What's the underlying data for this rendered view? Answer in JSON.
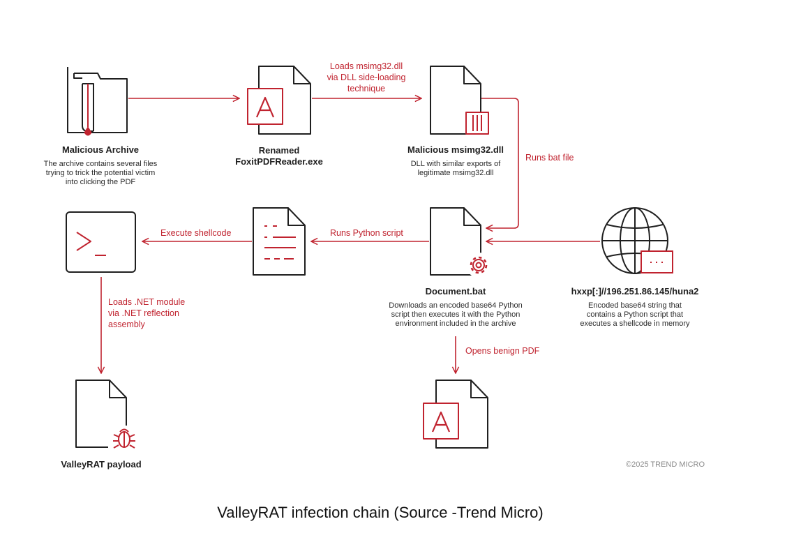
{
  "nodes": {
    "archive": {
      "title": "Malicious Archive",
      "desc": "The archive contains several files\ntrying to trick the potential victim\ninto clicking the PDF"
    },
    "renamed": {
      "title": "Renamed\nFoxitPDFReader.exe"
    },
    "dll": {
      "title": "Malicious msimg32.dll",
      "desc": "DLL with similar exports of\nlegitimate msimg32.dll"
    },
    "bat": {
      "title": "Document.bat",
      "desc": "Downloads an encoded base64 Python\nscript then executes it with the Python\nenvironment included in the archive"
    },
    "url": {
      "title": "hxxp[:]//196.251.86.145/huna2",
      "desc": "Encoded base64 string that\ncontains a Python script that\nexecutes a shellcode in memory"
    },
    "payload": {
      "title": "ValleyRAT payload"
    }
  },
  "edges": {
    "renamed_to_dll": "Loads msimg32.dll\nvia DLL side-loading\ntechnique",
    "dll_to_bat": "Runs bat file",
    "bat_to_script": "Runs Python script",
    "script_to_terminal": "Execute shellcode",
    "terminal_to_payload": "Loads .NET module\nvia .NET reflection\nassembly",
    "bat_to_pdf": "Opens benign PDF"
  },
  "icons": {
    "archive": "archive-icon",
    "renamed": "pdf-file-icon",
    "dll": "dll-file-icon",
    "bat": "gear-file-icon",
    "url": "globe-icon",
    "script": "script-file-icon",
    "terminal": "terminal-icon",
    "payload": "bug-file-icon",
    "pdf": "pdf-file-icon"
  },
  "colors": {
    "accent": "#c0232f",
    "stroke": "#1f1f1f"
  },
  "copyright": "©2025 TREND MICRO",
  "caption": "ValleyRAT infection chain (Source -Trend Micro)"
}
